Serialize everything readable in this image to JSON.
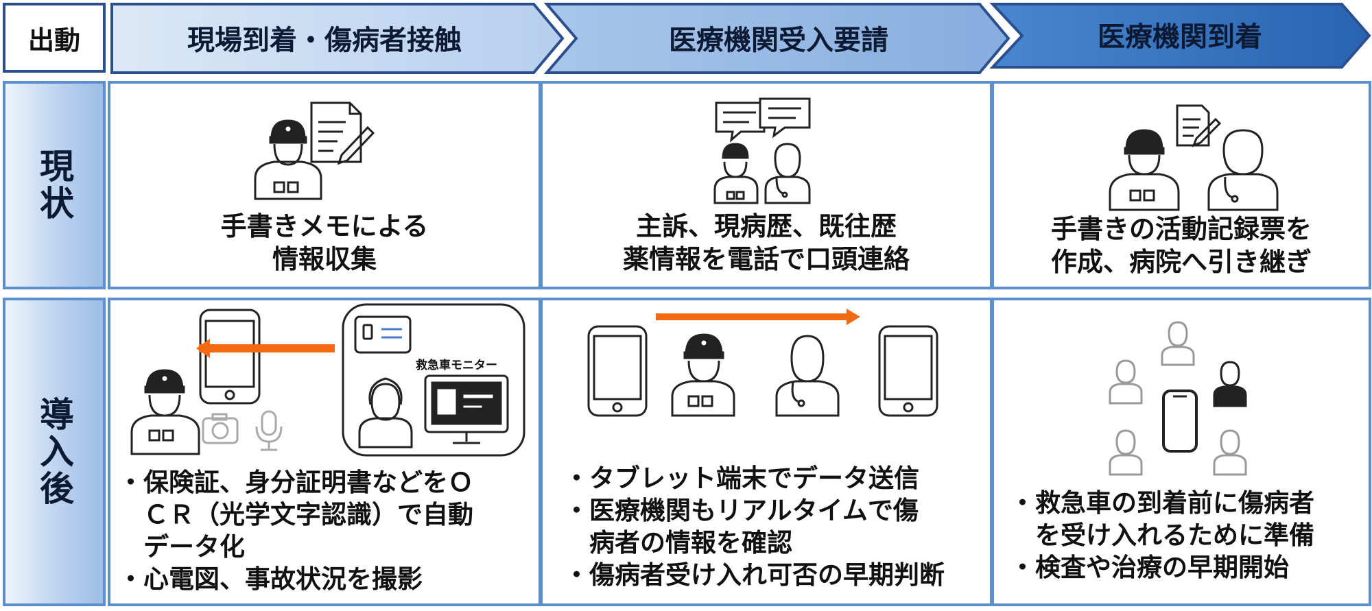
{
  "header": {
    "dispatch": "出動",
    "phases": [
      "現場到着・傷病者接触",
      "医療機関受入要請",
      "医療機関到着"
    ]
  },
  "rows": {
    "current": "現状",
    "after": "導入後"
  },
  "current": {
    "col1": [
      "手書きメモによる",
      "情報収集"
    ],
    "col2": [
      "主訴、現病歴、既往歴",
      "薬情報を電話で口頭連絡"
    ],
    "col3": [
      "手書きの活動記録票を",
      "作成、病院へ引き継ぎ"
    ]
  },
  "after": {
    "monitor_label": "救急車モニター",
    "col1": [
      "・保険証、身分証明書などをＯ",
      "　ＣＲ（光学文字認識）で自動",
      "　データ化",
      "・心電図、事故状況を撮影"
    ],
    "col2": [
      "・タブレット端末でデータ送信",
      "・医療機関もリアルタイムで傷",
      "　病者の情報を確認",
      "・傷病者受け入れ可否の早期判断"
    ],
    "col3": [
      "・救急車の到着前に傷病者",
      "　を受け入れるために準備",
      "・検査や治療の早期開始"
    ]
  },
  "colors": {
    "phase1": "#c3d8f0",
    "phase2": "#8fb4e3",
    "phase3": "#2e6fc0",
    "border": "#5b8fd0",
    "arrow": "#f46a12"
  }
}
